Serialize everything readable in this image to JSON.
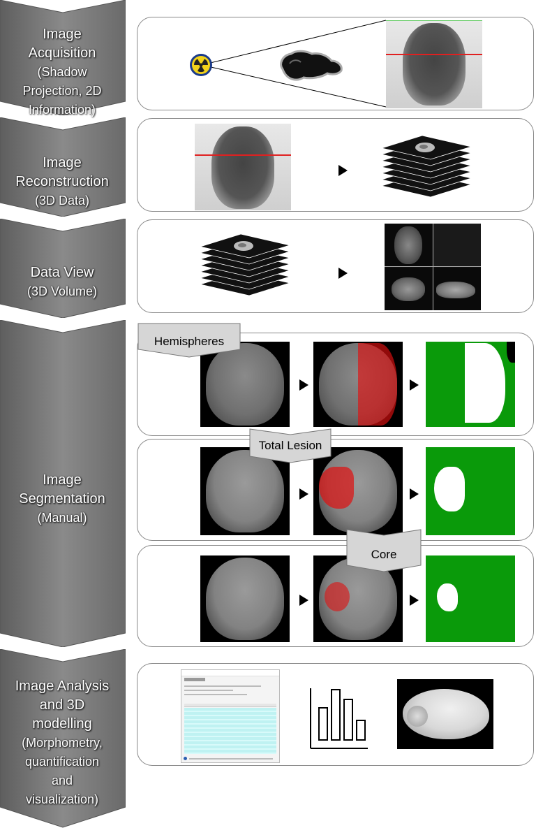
{
  "stages": [
    {
      "title": "Image Acquisition",
      "title_lines": [
        "Image",
        "Acquisition"
      ],
      "subtitle_lines": [
        "(Shadow",
        "Projection, 2D",
        "Information)"
      ]
    },
    {
      "title": "Image Reconstruction",
      "title_lines": [
        "Image",
        "Reconstruction"
      ],
      "subtitle_lines": [
        "(3D Data)"
      ]
    },
    {
      "title": "Data View",
      "title_lines": [
        "Data View"
      ],
      "subtitle_lines": [
        "(3D Volume)"
      ]
    },
    {
      "title": "Image Segmentation",
      "title_lines": [
        "Image",
        "Segmentation"
      ],
      "subtitle_lines": [
        "(Manual)"
      ]
    },
    {
      "title": "Image Analysis and 3D modelling",
      "title_lines": [
        "Image Analysis",
        "and 3D",
        "modelling"
      ],
      "subtitle_lines": [
        "(Morphometry,",
        "quantification",
        "and",
        "visualization)"
      ]
    }
  ],
  "segmentation_tabs": [
    "Hemispheres",
    "Total Lesion",
    "Core"
  ],
  "colors": {
    "chevron": "#7a7a7a",
    "segment_green": "#0a9a0a",
    "overlay_red": "#e01010",
    "scanline": "#e02020",
    "panel_border": "#888888"
  },
  "icons": [
    "radiation-icon",
    "bar-chart-icon"
  ]
}
